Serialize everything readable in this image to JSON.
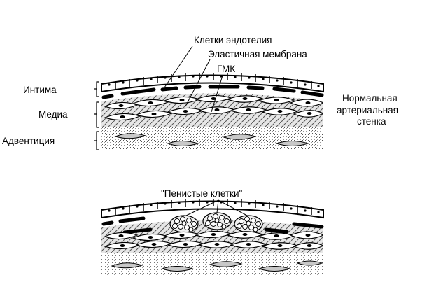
{
  "labels": {
    "endothelial_cells": "Клетки эндотелия",
    "elastic_membrane": "Эластичная мембрана",
    "smc": "ГМК",
    "intima": "Интима",
    "media": "Медиа",
    "adventitia": "Адвентиция",
    "normal_wall_line1": "Нормальная",
    "normal_wall_line2": "артериальная",
    "normal_wall_line3": "стенка",
    "foam_cells": "\"Пенистые клетки\""
  }
}
